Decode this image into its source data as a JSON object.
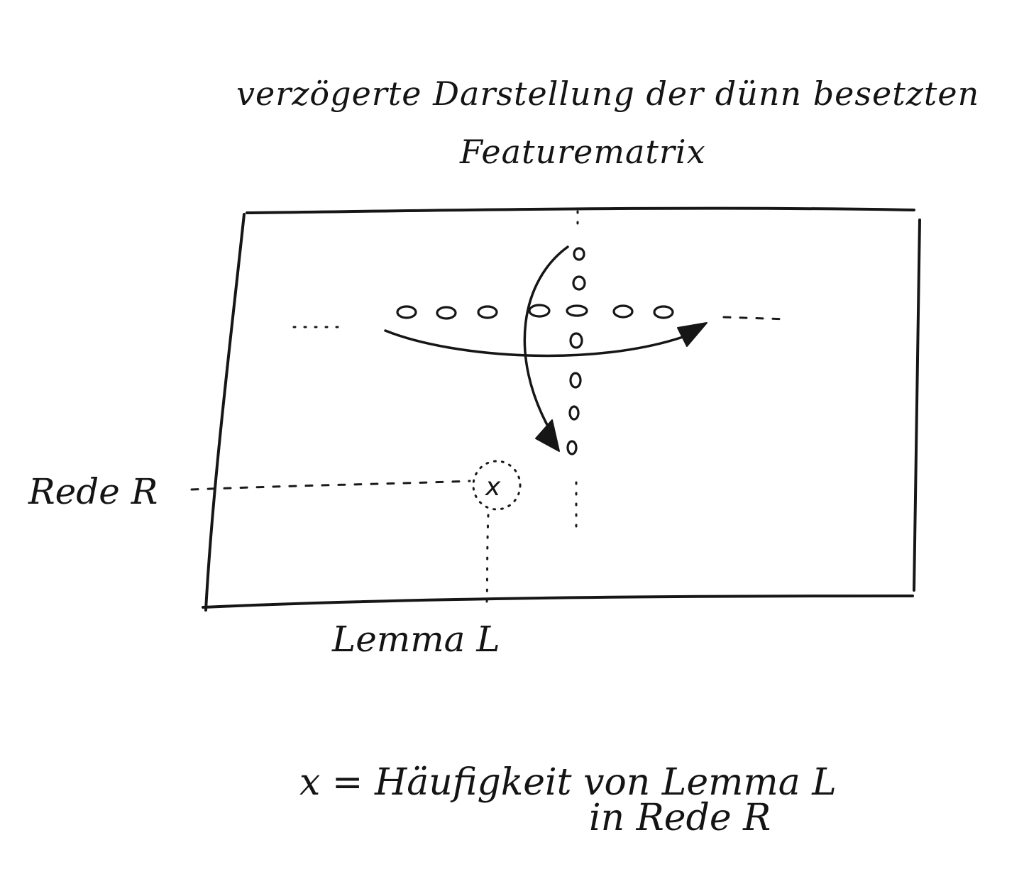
{
  "title": {
    "line1": "verzögerte Darstellung der dünn besetzten",
    "line2": "Featurematrix"
  },
  "labels": {
    "row_label": "Rede R",
    "column_label": "Lemma L",
    "cell_marker": "x"
  },
  "legend": {
    "line1": "x = Häufigkeit von Lemma L",
    "line2": "in Rede R"
  },
  "colors": {
    "ink": "#161616",
    "paper": "#ffffff"
  }
}
